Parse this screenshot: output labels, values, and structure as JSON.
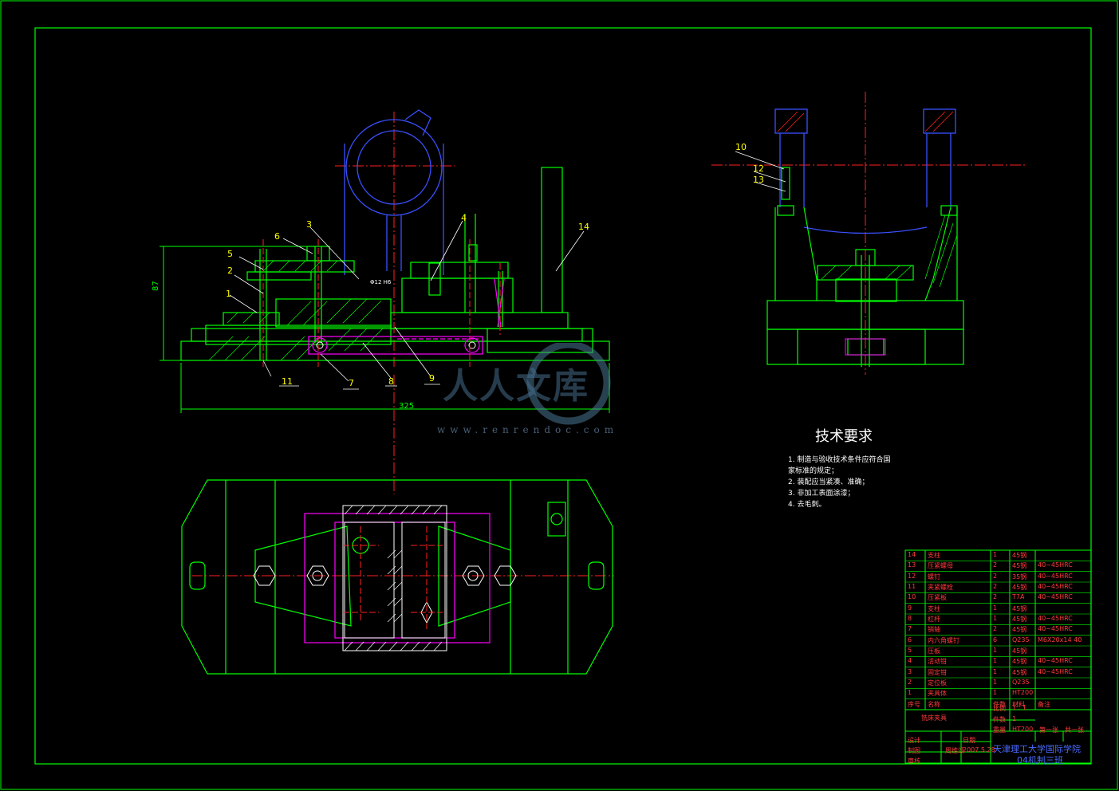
{
  "labels": {
    "l1": "1",
    "l2": "2",
    "l3": "3",
    "l4": "4",
    "l5": "5",
    "l6": "6",
    "l7": "7",
    "l8": "8",
    "l9": "9",
    "l10": "10",
    "l11": "11",
    "l12": "12",
    "l13": "13",
    "l14": "14"
  },
  "dimensions": {
    "height": "87",
    "width": "325",
    "fit": "Φ12 H6"
  },
  "tech_requirements": {
    "title": "技术要求",
    "items": [
      "1. 制造与验收技术条件应符合国",
      "家标准的规定；",
      "2. 装配应当紧凑、准确；",
      "3. 非加工表面涂漆；",
      "4. 去毛刺。"
    ]
  },
  "watermark": {
    "brand": "人人文库",
    "url": "www.renrendoc.com"
  },
  "bom": {
    "rows": [
      {
        "no": "14",
        "name": "支柱",
        "qty": "1",
        "mat": "45钢",
        "note": ""
      },
      {
        "no": "13",
        "name": "压紧螺母",
        "qty": "2",
        "mat": "45钢",
        "note": "40~45HRC"
      },
      {
        "no": "12",
        "name": "螺钉",
        "qty": "2",
        "mat": "35钢",
        "note": "40~45HRC"
      },
      {
        "no": "11",
        "name": "夹紧螺栓",
        "qty": "2",
        "mat": "45钢",
        "note": "40~45HRC"
      },
      {
        "no": "10",
        "name": "压紧板",
        "qty": "2",
        "mat": "T7A",
        "note": "40~45HRC"
      },
      {
        "no": "9",
        "name": "支柱",
        "qty": "1",
        "mat": "45钢",
        "note": ""
      },
      {
        "no": "8",
        "name": "杠杆",
        "qty": "1",
        "mat": "45钢",
        "note": "40~45HRC"
      },
      {
        "no": "7",
        "name": "销轴",
        "qty": "2",
        "mat": "45钢",
        "note": "40~45HRC"
      },
      {
        "no": "6",
        "name": "内六角螺钉",
        "qty": "6",
        "mat": "Q235",
        "note": "M6X20x14  40"
      },
      {
        "no": "5",
        "name": "压板",
        "qty": "1",
        "mat": "45钢",
        "note": ""
      },
      {
        "no": "4",
        "name": "活动钳",
        "qty": "1",
        "mat": "45钢",
        "note": "40~45HRC"
      },
      {
        "no": "3",
        "name": "固定钳",
        "qty": "1",
        "mat": "45钢",
        "note": "40~45HRC"
      },
      {
        "no": "2",
        "name": "定位板",
        "qty": "1",
        "mat": "Q235",
        "note": ""
      },
      {
        "no": "1",
        "name": "夹具体",
        "qty": "1",
        "mat": "HT200",
        "note": ""
      }
    ],
    "header": {
      "no": "序号",
      "name": "名称",
      "qty": "件数",
      "mat": "材料",
      "note": "备注"
    },
    "title": "铣床夹具",
    "scale_label": "比例",
    "scale": "1 : 1",
    "count_label": "件数",
    "count": "1",
    "weight_label": "重量",
    "sheet": "第一张",
    "sheets": "共一张",
    "drawn_label": "制图",
    "drawn_by": "周维颂",
    "date_label": "日期",
    "date": "2007.5.28",
    "check_label": "审核",
    "design_label": "设计",
    "school": "天津理工大学国际学院",
    "class": "04机制三班",
    "mat_code": "HT200"
  }
}
